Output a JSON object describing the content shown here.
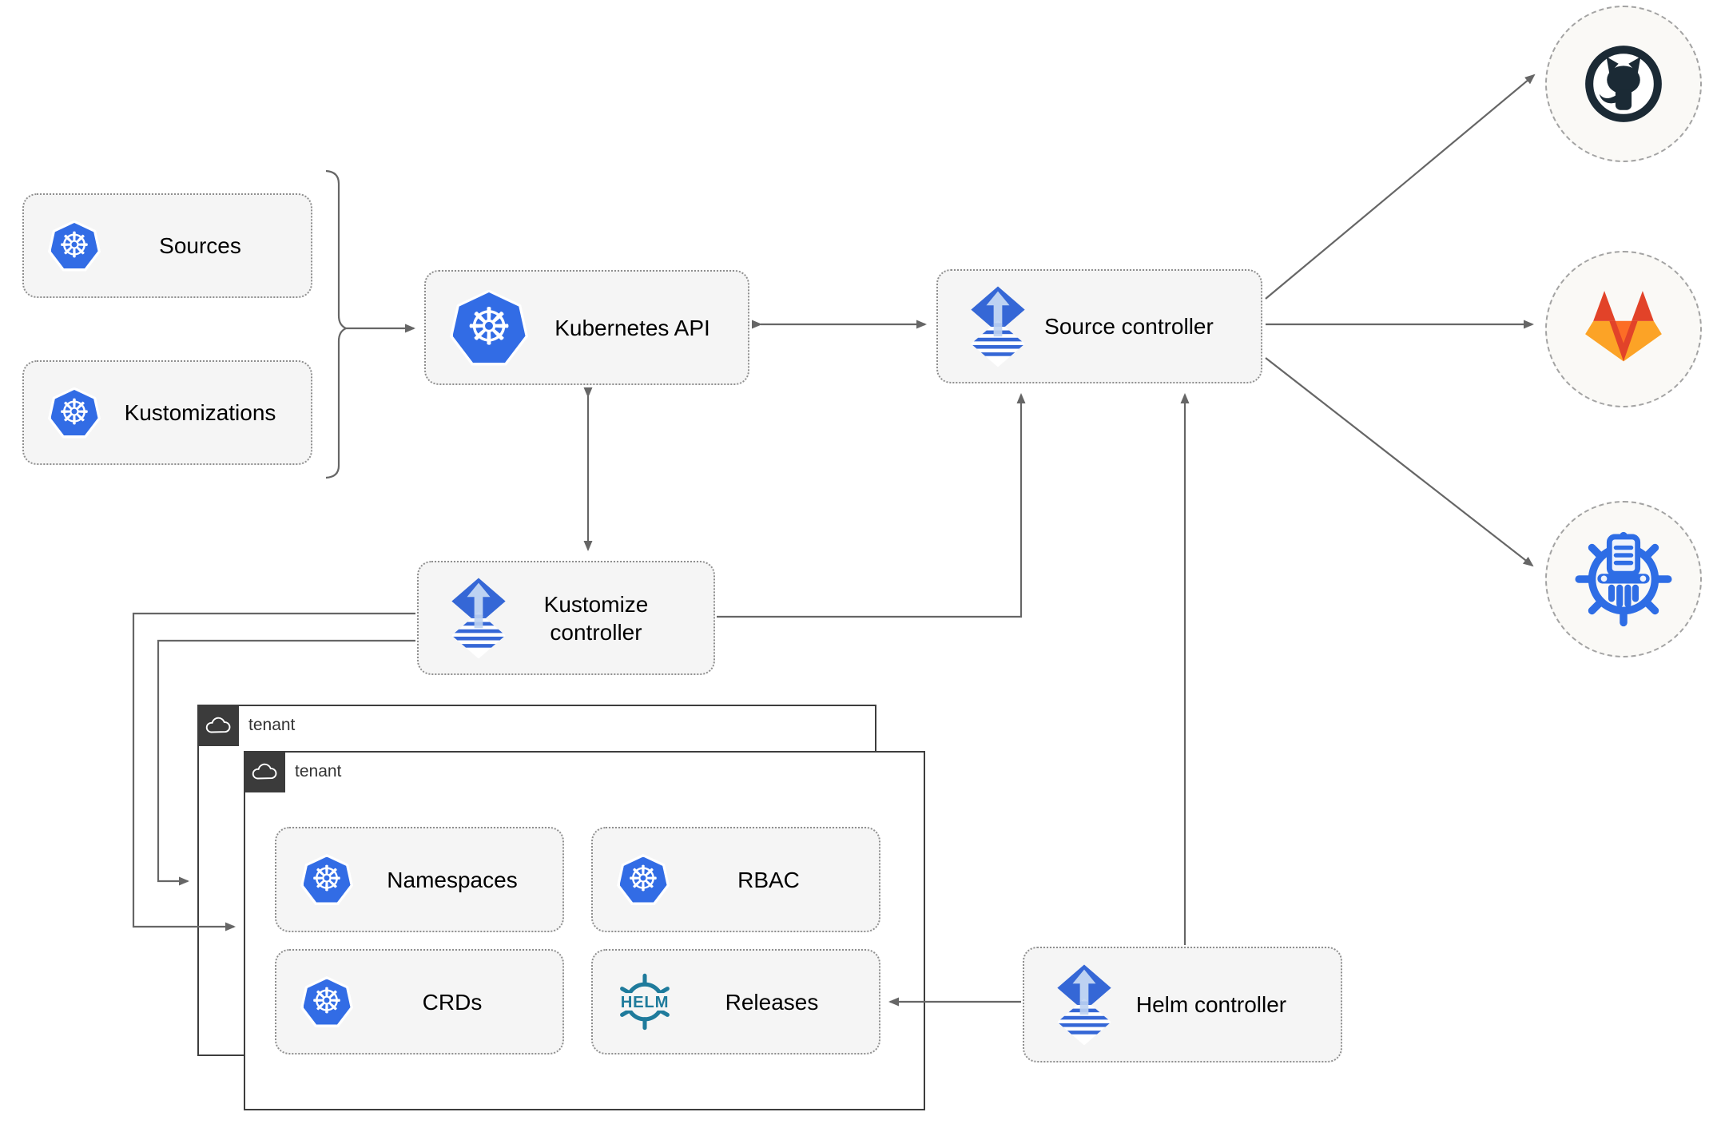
{
  "nodes": {
    "sources": {
      "label": "Sources",
      "icon": "kubernetes-icon"
    },
    "kustomizations": {
      "label": "Kustomizations",
      "icon": "kubernetes-icon"
    },
    "kubernetes_api": {
      "label": "Kubernetes API",
      "icon": "kubernetes-icon"
    },
    "source_controller": {
      "label": "Source controller",
      "icon": "flux-icon"
    },
    "kustomize_controller": {
      "label": "Kustomize controller",
      "icon": "flux-icon"
    },
    "helm_controller": {
      "label": "Helm controller",
      "icon": "flux-icon"
    },
    "namespaces": {
      "label": "Namespaces",
      "icon": "kubernetes-icon"
    },
    "rbac": {
      "label": "RBAC",
      "icon": "kubernetes-icon"
    },
    "crds": {
      "label": "CRDs",
      "icon": "kubernetes-icon"
    },
    "releases": {
      "label": "Releases",
      "icon": "helm-icon"
    }
  },
  "tenants": [
    {
      "label": "tenant"
    },
    {
      "label": "tenant"
    }
  ],
  "endpoints": [
    {
      "name": "github"
    },
    {
      "name": "gitlab"
    },
    {
      "name": "helm-repository"
    }
  ],
  "icons": {
    "helm_wordmark": "HELM",
    "kubernetes_wheel_glyph": "☸"
  },
  "colors": {
    "kubernetes_blue": "#326ce5",
    "flux_blue": "#3567d6",
    "flux_light_arrow": "#bdd2f2",
    "helm_teal": "#1f7b9c",
    "github_dark": "#1b2a35",
    "gitlab_dark_orange": "#e24329",
    "gitlab_orange": "#fc6d26",
    "gitlab_light_orange": "#fca326",
    "wire_gray": "#666666",
    "node_fill": "#f5f5f5",
    "tenant_badge": "#3b3b3b"
  }
}
